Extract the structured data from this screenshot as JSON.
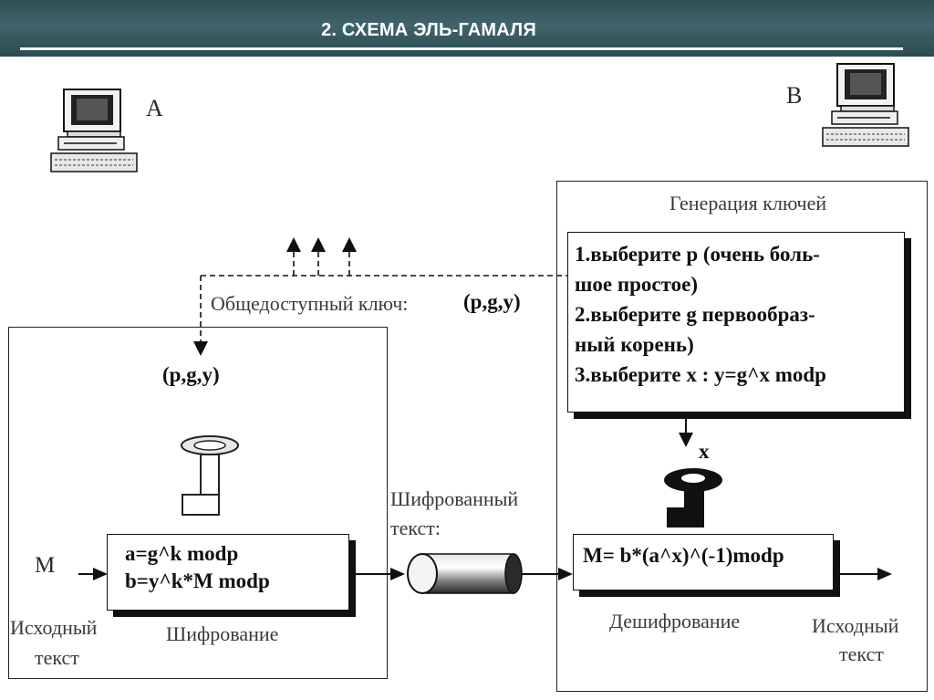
{
  "header": {
    "title": "2. СХЕМА ЭЛЬ-ГАМАЛЯ"
  },
  "nodes": {
    "party_a": "A",
    "party_b": "B"
  },
  "key_generation": {
    "title": "Генерация ключей",
    "steps": [
      "1.выберите p (очень боль-",
      "шое простое)",
      "2.выберите g первообраз-",
      "ный корень)",
      "3.выберите x : y=g^x modp"
    ],
    "private_key_label": "x"
  },
  "public_key": {
    "label": "Общедоступный ключ:",
    "value": "(p,g,y)",
    "received_value": "(p,g,y)"
  },
  "encryption": {
    "input_label": "M",
    "formula_a": "a=g^k modp",
    "formula_b": "b=y^k*M modp",
    "caption": "Шифрование",
    "source_line1": "Исходный",
    "source_line2": "текст"
  },
  "channel": {
    "label_line1": "Шифрованный",
    "label_line2": "текст:"
  },
  "decryption": {
    "formula": "M= b*(a^x)^(-1)modp",
    "caption": "Дешифрование",
    "output_line1": "Исходный",
    "output_line2": "текст"
  }
}
